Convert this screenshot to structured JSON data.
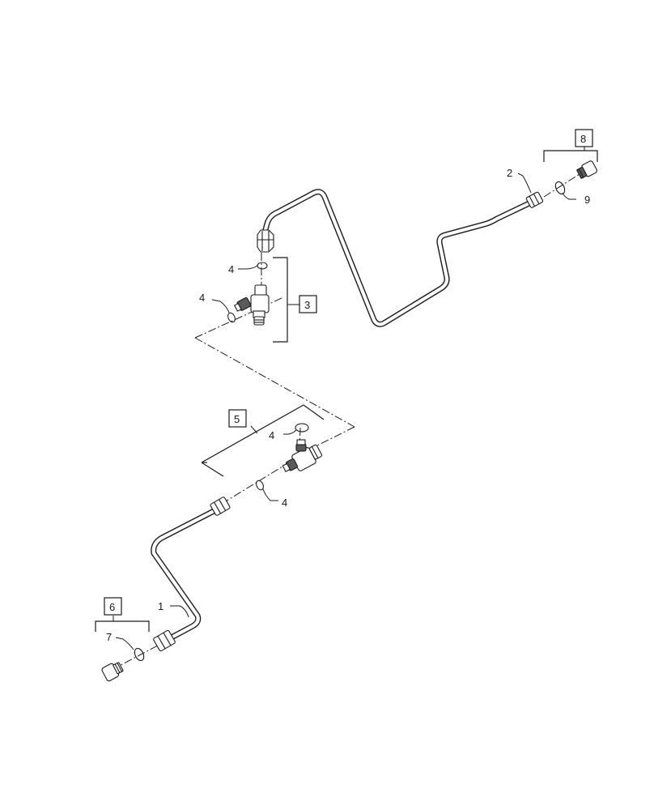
{
  "callouts": {
    "c1": "1",
    "c2": "2",
    "c3": "3",
    "c4a": "4",
    "c4b": "4",
    "c4c": "4",
    "c4d": "4",
    "c5": "5",
    "c6": "6",
    "c7": "7",
    "c8": "8",
    "c9": "9"
  }
}
